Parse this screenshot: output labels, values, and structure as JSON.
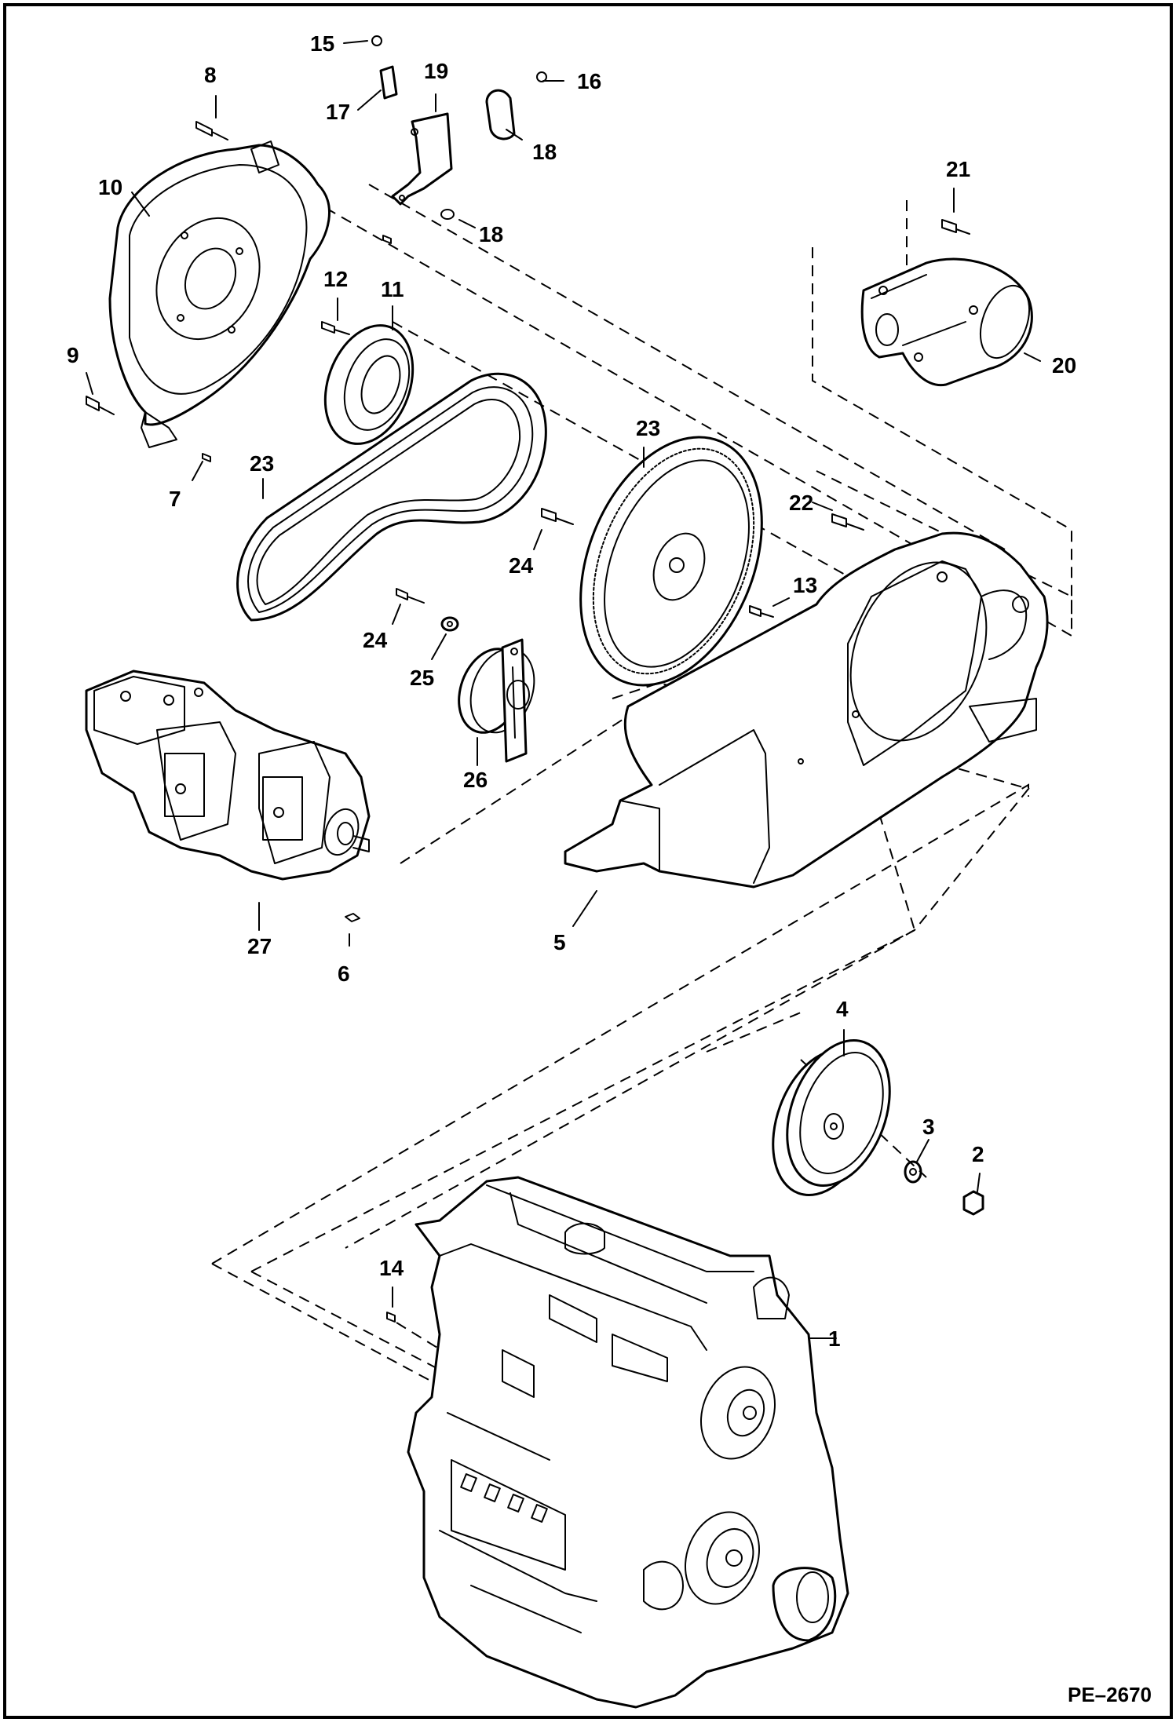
{
  "figure": {
    "reference_code": "PE–2670"
  },
  "callouts": [
    {
      "id": "c1",
      "label": "1"
    },
    {
      "id": "c2",
      "label": "2"
    },
    {
      "id": "c3",
      "label": "3"
    },
    {
      "id": "c4",
      "label": "4"
    },
    {
      "id": "c5",
      "label": "5"
    },
    {
      "id": "c6",
      "label": "6"
    },
    {
      "id": "c7",
      "label": "7"
    },
    {
      "id": "c8",
      "label": "8"
    },
    {
      "id": "c9",
      "label": "9"
    },
    {
      "id": "c10",
      "label": "10"
    },
    {
      "id": "c11",
      "label": "11"
    },
    {
      "id": "c12",
      "label": "12"
    },
    {
      "id": "c13",
      "label": "13"
    },
    {
      "id": "c14",
      "label": "14"
    },
    {
      "id": "c15",
      "label": "15"
    },
    {
      "id": "c16",
      "label": "16"
    },
    {
      "id": "c17",
      "label": "17"
    },
    {
      "id": "c18a",
      "label": "18"
    },
    {
      "id": "c18b",
      "label": "18"
    },
    {
      "id": "c19",
      "label": "19"
    },
    {
      "id": "c20",
      "label": "20"
    },
    {
      "id": "c21",
      "label": "21"
    },
    {
      "id": "c22",
      "label": "22"
    },
    {
      "id": "c23a",
      "label": "23"
    },
    {
      "id": "c23b",
      "label": "23"
    },
    {
      "id": "c24a",
      "label": "24"
    },
    {
      "id": "c24b",
      "label": "24"
    },
    {
      "id": "c25",
      "label": "25"
    },
    {
      "id": "c26",
      "label": "26"
    },
    {
      "id": "c27",
      "label": "27"
    }
  ]
}
